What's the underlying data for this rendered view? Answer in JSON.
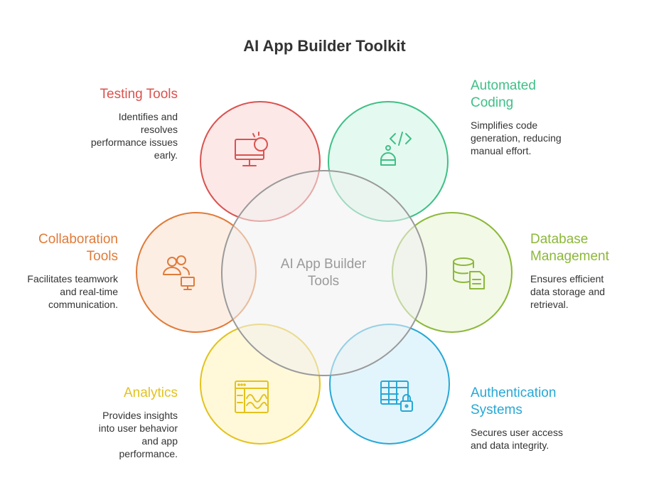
{
  "title": "AI App Builder Toolkit",
  "center": {
    "label_line1": "AI App Builder",
    "label_line2": "Tools"
  },
  "items": [
    {
      "key": "testing",
      "title_line1": "Testing Tools",
      "title_line2": "",
      "desc_lines": [
        "Identifies and",
        "resolves",
        "performance issues",
        "early."
      ],
      "color": "#d9534f",
      "fill": "#fde8e8",
      "icon": "monitor-alert-icon"
    },
    {
      "key": "automated",
      "title_line1": "Automated",
      "title_line2": "Coding",
      "desc_lines": [
        "Simplifies code",
        "generation, reducing",
        "manual effort."
      ],
      "color": "#3fbf86",
      "fill": "#e4faf0",
      "icon": "robot-code-icon"
    },
    {
      "key": "database",
      "title_line1": "Database",
      "title_line2": "Management",
      "desc_lines": [
        "Ensures efficient",
        "data storage and",
        "retrieval."
      ],
      "color": "#8cb83a",
      "fill": "#f2f9e6",
      "icon": "database-file-icon"
    },
    {
      "key": "auth",
      "title_line1": "Authentication",
      "title_line2": "Systems",
      "desc_lines": [
        "Secures user access",
        "and data integrity."
      ],
      "color": "#26a8d6",
      "fill": "#e3f5fc",
      "icon": "table-lock-icon"
    },
    {
      "key": "analytics",
      "title_line1": "Analytics",
      "title_line2": "",
      "desc_lines": [
        "Provides insights",
        "into user behavior",
        "and app",
        "performance."
      ],
      "color": "#e3c21e",
      "fill": "#fff9d9",
      "icon": "chart-window-icon"
    },
    {
      "key": "collab",
      "title_line1": "Collaboration",
      "title_line2": "Tools",
      "desc_lines": [
        "Facilitates teamwork",
        "and real-time",
        "communication."
      ],
      "color": "#e07b39",
      "fill": "#fdeee4",
      "icon": "users-monitor-icon"
    }
  ]
}
